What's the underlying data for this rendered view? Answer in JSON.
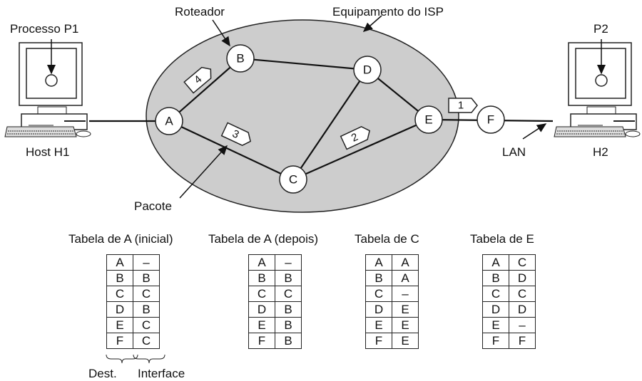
{
  "labels": {
    "processo_p1": "Processo P1",
    "host_h1": "Host H1",
    "roteador": "Roteador",
    "equipamento_isp": "Equipamento do ISP",
    "p2": "P2",
    "h2": "H2",
    "lan": "LAN",
    "pacote": "Pacote",
    "dest": "Dest.",
    "interface": "Interface"
  },
  "nodes": [
    "A",
    "B",
    "C",
    "D",
    "E",
    "F"
  ],
  "packets": [
    "1",
    "2",
    "3",
    "4"
  ],
  "tables": [
    {
      "title": "Tabela de A (inicial)",
      "rows": [
        [
          "A",
          "–"
        ],
        [
          "B",
          "B"
        ],
        [
          "C",
          "C"
        ],
        [
          "D",
          "B"
        ],
        [
          "E",
          "C"
        ],
        [
          "F",
          "C"
        ]
      ]
    },
    {
      "title": "Tabela de A (depois)",
      "rows": [
        [
          "A",
          "–"
        ],
        [
          "B",
          "B"
        ],
        [
          "C",
          "C"
        ],
        [
          "D",
          "B"
        ],
        [
          "E",
          "B"
        ],
        [
          "F",
          "B"
        ]
      ]
    },
    {
      "title": "Tabela de C",
      "rows": [
        [
          "A",
          "A"
        ],
        [
          "B",
          "A"
        ],
        [
          "C",
          "–"
        ],
        [
          "D",
          "E"
        ],
        [
          "E",
          "E"
        ],
        [
          "F",
          "E"
        ]
      ]
    },
    {
      "title": "Tabela de E",
      "rows": [
        [
          "A",
          "C"
        ],
        [
          "B",
          "D"
        ],
        [
          "C",
          "C"
        ],
        [
          "D",
          "D"
        ],
        [
          "E",
          "–"
        ],
        [
          "F",
          "F"
        ]
      ]
    }
  ]
}
